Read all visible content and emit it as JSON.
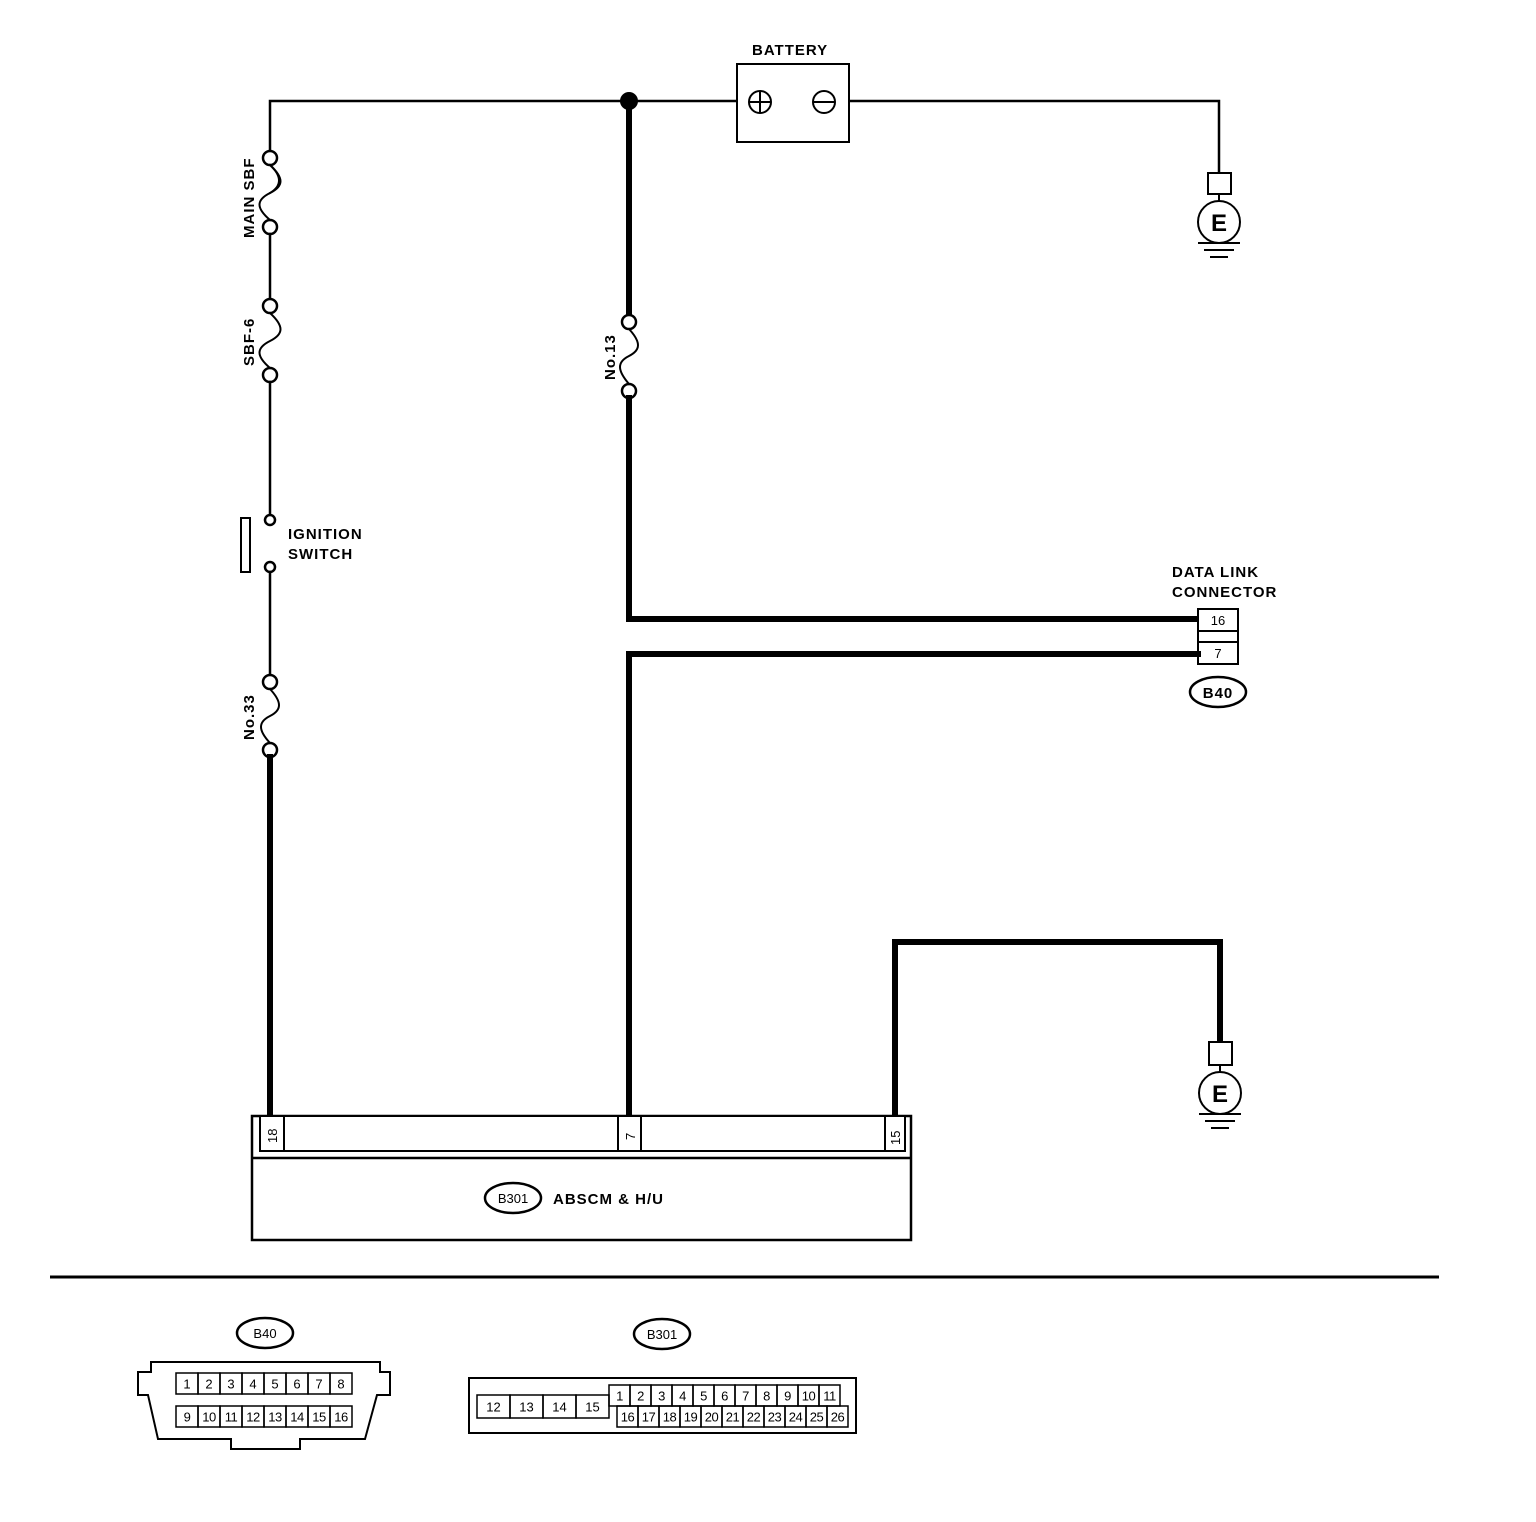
{
  "battery": {
    "label": "BATTERY"
  },
  "fuses": {
    "main_sbf": "MAIN SBF",
    "sbf6": "SBF-6",
    "no13": "No.13",
    "no33": "No.33"
  },
  "ignition_switch": {
    "line1": "IGNITION",
    "line2": "SWITCH"
  },
  "data_link_connector": {
    "line1": "DATA LINK",
    "line2": "CONNECTOR",
    "pin_top": "16",
    "pin_bottom": "7",
    "connector_id": "B40"
  },
  "ground": {
    "symbol": "E"
  },
  "module": {
    "connector_id": "B301",
    "name": "ABSCM & H/U",
    "pins": [
      "18",
      "7",
      "15"
    ]
  },
  "connector_views": {
    "b40": {
      "id": "B40",
      "row1": [
        "1",
        "2",
        "3",
        "4",
        "5",
        "6",
        "7",
        "8"
      ],
      "row2": [
        "9",
        "10",
        "11",
        "12",
        "13",
        "14",
        "15",
        "16"
      ]
    },
    "b301": {
      "id": "B301",
      "left": [
        "12",
        "13",
        "14",
        "15"
      ],
      "row1": [
        "1",
        "2",
        "3",
        "4",
        "5",
        "6",
        "7",
        "8",
        "9",
        "10",
        "11"
      ],
      "row2": [
        "16",
        "17",
        "18",
        "19",
        "20",
        "21",
        "22",
        "23",
        "24",
        "25",
        "26"
      ]
    }
  }
}
